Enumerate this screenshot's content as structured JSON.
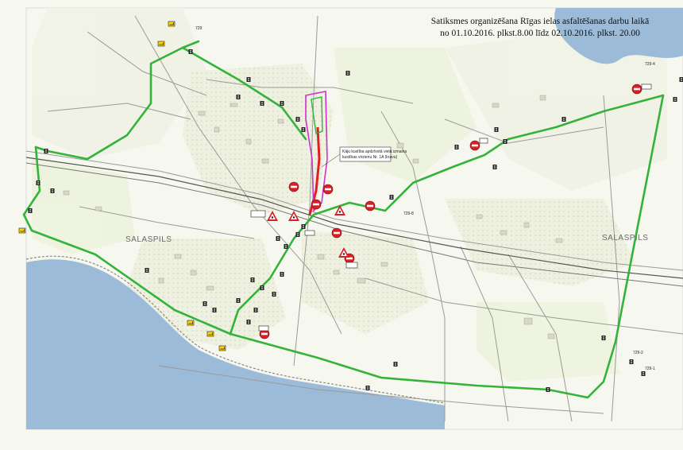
{
  "title": {
    "line1": "Satiksmes organizēšana Rīgas ielas asfaltēšanas darbu laikā",
    "line2": "no 01.10.2016. plkst.8.00 līdz 02.10.2016. plkst. 20.00"
  },
  "places": {
    "salaspils_west": "SALASPILS",
    "salaspils_east": "SALASPILS"
  },
  "annotation": {
    "line1": "Kāju kustība apdzīvotā vietā izmaina",
    "line2": "kustības virzienu Nr. 1A (kravu)"
  },
  "road_codes": {
    "r1": "729-4",
    "r2": "729-1",
    "r3": "729-2",
    "r4": "729-8",
    "r5": "729"
  },
  "colors": {
    "water": "#9bbbd9",
    "land": "#f6f7ef",
    "detour": "#33b33a",
    "closure": "#e02020",
    "work_zone": "#cc33cc",
    "prohibition_sign": "#d91f26",
    "warning_sign": "#ffd500"
  },
  "icons": {
    "prohibition": "no-entry-sign-icon",
    "warning": "roadworks-warning-icon",
    "detour": "detour-arrow-icon",
    "traffic_light": "traffic-light-icon"
  }
}
